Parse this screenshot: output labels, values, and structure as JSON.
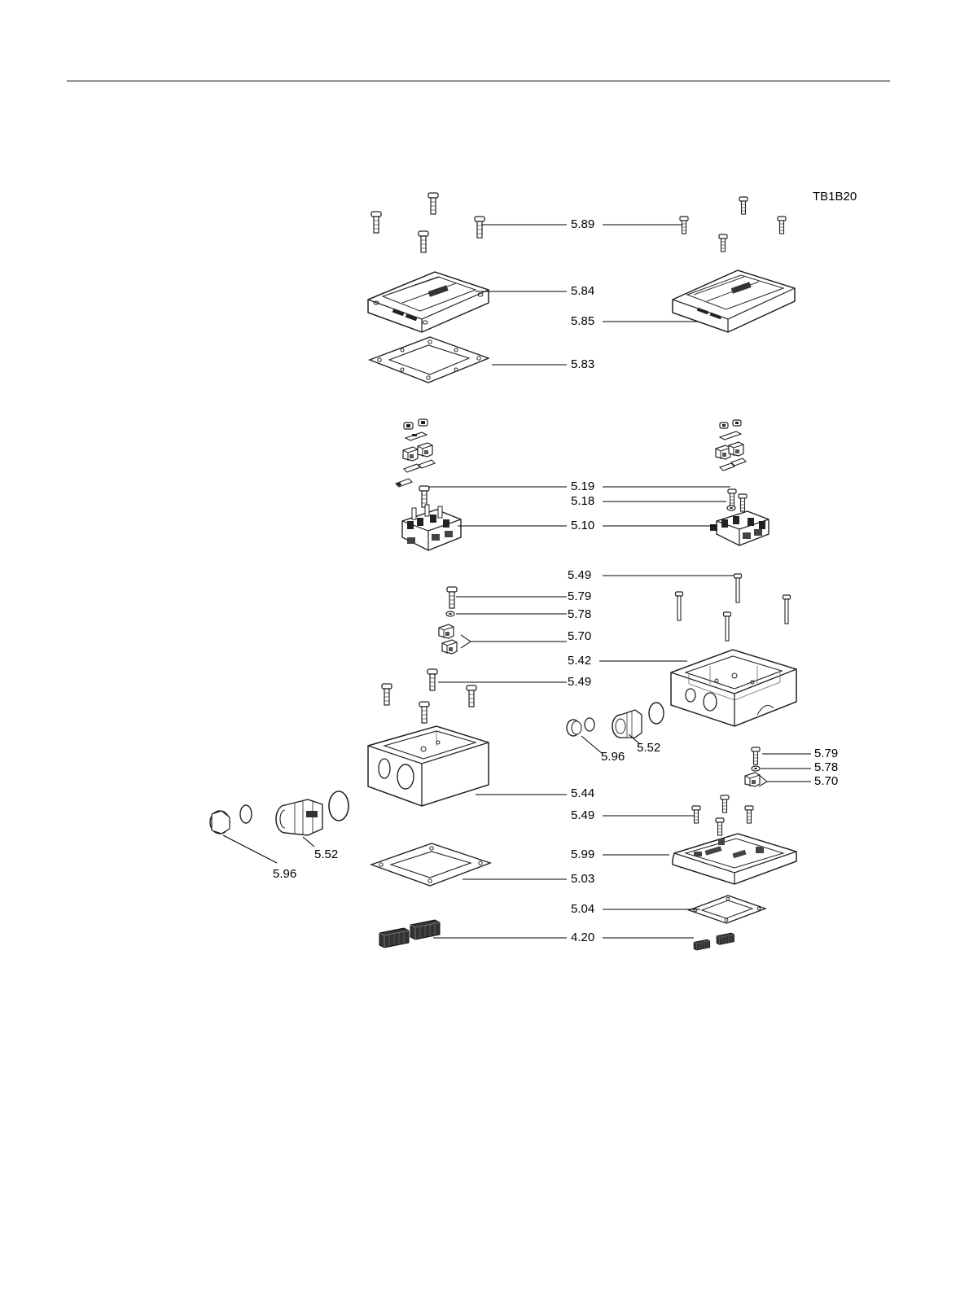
{
  "drawing_id": "TB1B20",
  "labels": [
    {
      "id": "l589",
      "text": "5.89"
    },
    {
      "id": "l584",
      "text": "5.84"
    },
    {
      "id": "l585",
      "text": "5.85"
    },
    {
      "id": "l583",
      "text": "5.83"
    },
    {
      "id": "l519",
      "text": "5.19"
    },
    {
      "id": "l518",
      "text": "5.18"
    },
    {
      "id": "l510",
      "text": "5.10"
    },
    {
      "id": "l549a",
      "text": "5.49"
    },
    {
      "id": "l579a",
      "text": "5.79"
    },
    {
      "id": "l578a",
      "text": "5.78"
    },
    {
      "id": "l570a",
      "text": "5.70"
    },
    {
      "id": "l542",
      "text": "5.42"
    },
    {
      "id": "l549b",
      "text": "5.49"
    },
    {
      "id": "l596a",
      "text": "5.96"
    },
    {
      "id": "l552a",
      "text": "5.52"
    },
    {
      "id": "l579b",
      "text": "5.79"
    },
    {
      "id": "l578b",
      "text": "5.78"
    },
    {
      "id": "l570b",
      "text": "5.70"
    },
    {
      "id": "l544",
      "text": "5.44"
    },
    {
      "id": "l549c",
      "text": "5.49"
    },
    {
      "id": "l552b",
      "text": "5.52"
    },
    {
      "id": "l599",
      "text": "5.99"
    },
    {
      "id": "l596b",
      "text": "5.96"
    },
    {
      "id": "l503",
      "text": "5.03"
    },
    {
      "id": "l504",
      "text": "5.04"
    },
    {
      "id": "l420",
      "text": "4.20"
    }
  ]
}
